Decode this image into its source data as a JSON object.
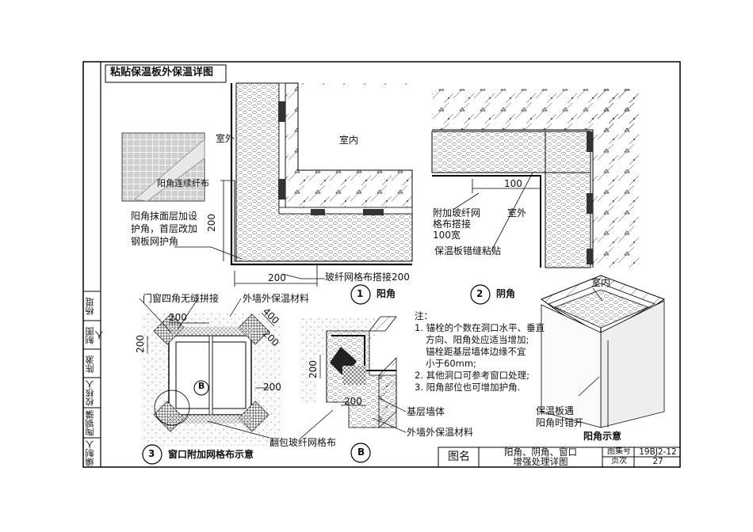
{
  "title": "粘贴保温板外保温详图",
  "detail1": {
    "number": "1",
    "name": "阳角",
    "outside": "室外",
    "inside": "室内",
    "photo_label": "阳角连续纤布",
    "note_lines": [
      "阳角抹面层加设",
      "护角，首层改加",
      "钢板网护角"
    ],
    "dim_200_v": "200",
    "dim_200_h": "200",
    "mesh_label": "玻纤网格布搭接200"
  },
  "detail2": {
    "number": "2",
    "name": "阴角",
    "dim_100": "100",
    "mesh_lines": [
      "附加玻纤网",
      "格布搭接",
      "100宽"
    ],
    "outside": "室外",
    "board_label": "保温板错缝粘贴"
  },
  "detail3": {
    "number": "3",
    "name": "窗口附加网格布示意",
    "corner_label": "门窗四角无缝拼接",
    "material_label": "外墙外保温材料",
    "dims": [
      "200",
      "200",
      "400",
      "200",
      "200"
    ],
    "callout": "B"
  },
  "detailB": {
    "callout": "B",
    "dim_v": "200",
    "dim_h": "200",
    "mesh_label": "翻包玻纤网格布",
    "wall_label": "基层墙体",
    "material_label": "外墙外保温材料"
  },
  "notes": {
    "heading": "注：",
    "lines": [
      "1. 锚栓的个数在洞口水平、垂直",
      "   方向、阳角处应适当增加;",
      "   锚栓距基层墙体边缘不宜",
      "   小于60mm;",
      "2. 其他洞口可参考窗口处理;",
      "3. 阳角部位也可增加护角."
    ]
  },
  "corner_iso": {
    "inside": "室内",
    "note_lines": [
      "保温板遇",
      "阳角时错开"
    ],
    "caption": "阳角示意"
  },
  "title_block": {
    "label": "图名",
    "name_lines": [
      "阳角、阴角、窗口",
      "增强处理详图"
    ],
    "atlas_label": "图集号",
    "atlas_no": "19BJ2-12",
    "page_label": "页次",
    "page_no": "27"
  },
  "signatures": [
    "编制人",
    "陶钢骥",
    "校核人",
    "陈激",
    "制图人",
    "杨琨"
  ]
}
